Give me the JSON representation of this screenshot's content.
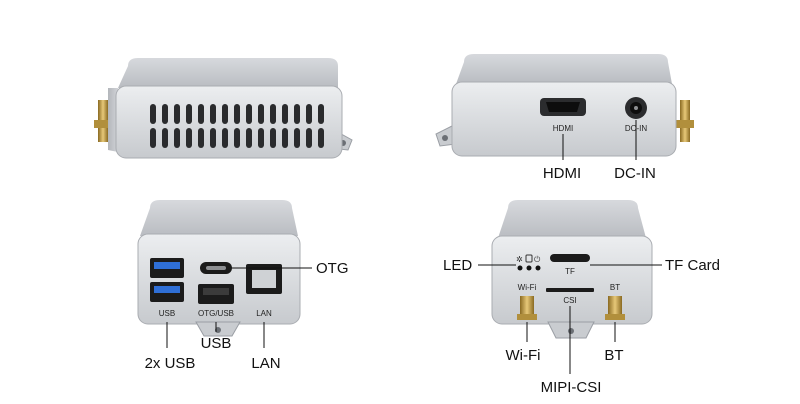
{
  "views": {
    "top_left": {
      "vent_count": 30
    },
    "top_right": {
      "port_labels": {
        "hdmi": "HDMI",
        "dcin": "DC-IN"
      },
      "callouts": {
        "hdmi": "HDMI",
        "dcin": "DC-IN"
      }
    },
    "bottom_left": {
      "port_labels": {
        "usb": "USB",
        "otg_usb": "OTG/USB",
        "lan": "LAN"
      },
      "callouts": {
        "otg": "OTG",
        "usb_pair": "2x USB",
        "usb": "USB",
        "lan": "LAN"
      }
    },
    "bottom_right": {
      "port_labels": {
        "wifi": "Wi-Fi",
        "bt": "BT",
        "csi": "CSI",
        "tf": "TF"
      },
      "callouts": {
        "led": "LED",
        "tf_card": "TF Card",
        "wifi": "Wi-Fi",
        "bt": "BT",
        "mipi_csi": "MIPI-CSI"
      }
    }
  },
  "colors": {
    "aluminum_light": "#e3e5e8",
    "aluminum_mid": "#c3c6cb",
    "aluminum_dark": "#9a9ea4",
    "usb3_blue": "#2f6fd6",
    "antenna_gold": "#c9a24a",
    "port_black": "#1b1b1b",
    "leader_line": "#111111"
  },
  "icons": [
    "led-indicator-icons",
    "sma-antenna-connector-icon"
  ]
}
